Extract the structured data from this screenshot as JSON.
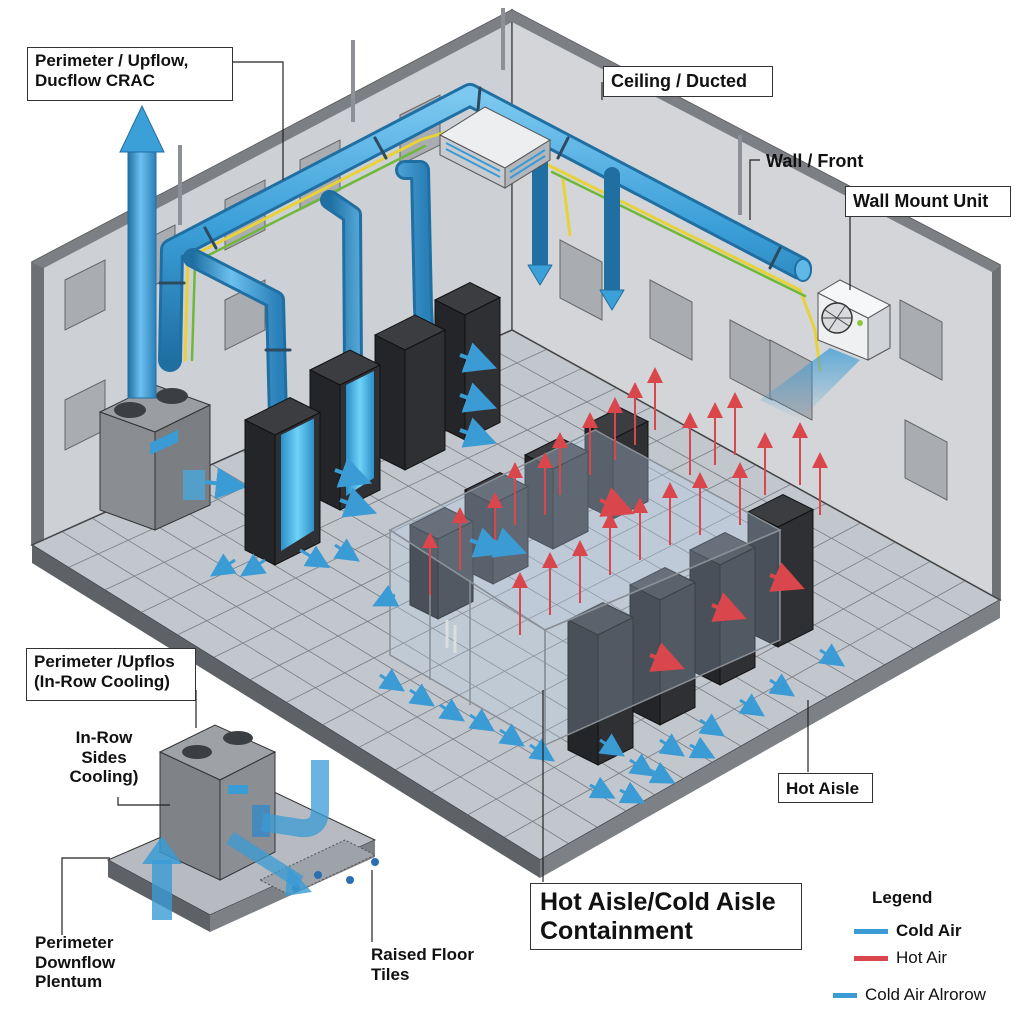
{
  "diagram": {
    "title": "Hot Aisle/Cold Aisle Containment",
    "labels": {
      "perimeter_upflow_crac": [
        "Perimeter / Upflow,",
        "Ducflow CRAC"
      ],
      "ceiling_ducted": "Ceiling / Ducted",
      "wall_front": "Wall / Front",
      "wall_mount_unit": "Wall Mount Unit",
      "perimeter_upflos_inrow": [
        "Perimeter /Upflos",
        "(In-Row Cooling)"
      ],
      "inrow_sides_cooling": [
        "In-Row",
        "Sides",
        "Cooling)"
      ],
      "perimeter_downflow_plenum": [
        "Perimeter",
        "Downflow",
        "Plentum"
      ],
      "raised_floor_tiles": [
        "Raised Floor",
        "Tiles"
      ],
      "hot_aisle": "Hot Aisle",
      "containment": [
        "Hot Aisle/Cold Aisle",
        "Containment"
      ]
    },
    "legend": {
      "title": "Legend",
      "items": [
        {
          "label": "Cold Air",
          "color": "#3a9bd5",
          "bold": true
        },
        {
          "label": "Hot Air",
          "color": "#d9464b",
          "bold": false
        },
        {
          "label": "Cold Air Alrorow",
          "color": "#3a9bd5",
          "bold": false
        }
      ]
    },
    "colors": {
      "cold_air": "#3a9bd5",
      "hot_air": "#d9464b",
      "pipe": "#3b9fd8",
      "rack": "#2a2b2e",
      "wall": "#c9cbcf",
      "floor": "#c5c9cf",
      "cable_yellow": "#e8d23a",
      "cable_green": "#6fb83c"
    }
  }
}
